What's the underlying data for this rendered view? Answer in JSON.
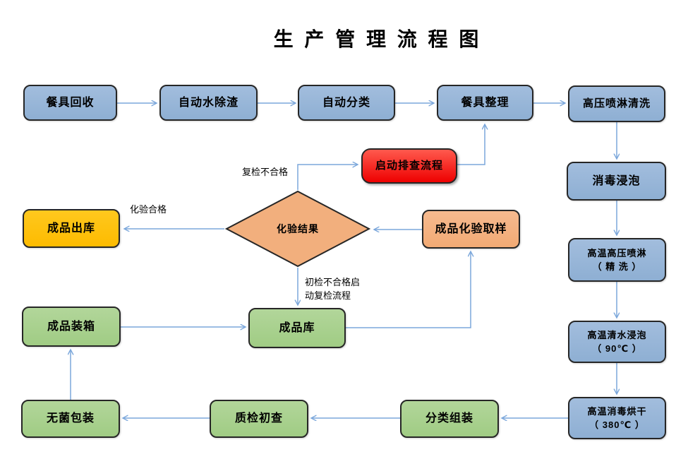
{
  "title": "生 产 管 理 流 程 图",
  "nodes": {
    "tableware_recycling": {
      "label": "餐具回收"
    },
    "auto_water_deslagging": {
      "label": "自动水除渣"
    },
    "auto_sorting": {
      "label": "自动分类"
    },
    "tableware_arranging": {
      "label": "餐具整理"
    },
    "hp_spray_wash": {
      "label": "高压喷淋清洗"
    },
    "disinfect_soak": {
      "label": "消毒浸泡"
    },
    "hthp_spray": {
      "label": "高温高压喷淋",
      "line2": "（ 精  洗 ）"
    },
    "ht_water_soak": {
      "label": "高温清水浸泡",
      "line2": "（ 90℃ ）"
    },
    "ht_drying": {
      "label": "高温消毒烘干",
      "line2": "（ 380℃  ）"
    },
    "sorting_assembly": {
      "label": "分类组装"
    },
    "quality_initial_check": {
      "label": "质检初查"
    },
    "sterile_packaging": {
      "label": "无菌包装"
    },
    "product_boxing": {
      "label": "成品装箱"
    },
    "product_warehouse": {
      "label": "成品库"
    },
    "product_outbound": {
      "label": "成品出库"
    },
    "product_sampling": {
      "label": "成品化验取样"
    },
    "test_result": {
      "label": "化验结果"
    },
    "start_investigation": {
      "label": "启动排查流程"
    }
  },
  "edge_labels": {
    "test_pass": "化验合格",
    "recheck_fail": "复检不合格",
    "initial_fail_line1": "初检不合格启",
    "initial_fail_line2": "动复检流程"
  },
  "edges": [
    {
      "from": "餐具回收",
      "to": "自动水除渣"
    },
    {
      "from": "自动水除渣",
      "to": "自动分类"
    },
    {
      "from": "自动分类",
      "to": "餐具整理"
    },
    {
      "from": "餐具整理",
      "to": "高压喷淋清洗"
    },
    {
      "from": "高压喷淋清洗",
      "to": "消毒浸泡"
    },
    {
      "from": "消毒浸泡",
      "to": "高温高压喷淋（精 洗）"
    },
    {
      "from": "高温高压喷淋（精 洗）",
      "to": "高温清水浸泡（90℃）"
    },
    {
      "from": "高温清水浸泡（90℃）",
      "to": "高温消毒烘干（380℃）"
    },
    {
      "from": "高温消毒烘干（380℃）",
      "to": "分类组装"
    },
    {
      "from": "分类组装",
      "to": "质检初查"
    },
    {
      "from": "质检初查",
      "to": "无菌包装"
    },
    {
      "from": "无菌包装",
      "to": "成品装箱"
    },
    {
      "from": "成品装箱",
      "to": "成品库"
    },
    {
      "from": "成品库",
      "to": "成品化验取样"
    },
    {
      "from": "成品化验取样",
      "to": "化验结果"
    },
    {
      "from": "化验结果",
      "to": "成品出库",
      "label": "化验合格"
    },
    {
      "from": "化验结果",
      "to": "启动排查流程",
      "label": "复检不合格"
    },
    {
      "from": "化验结果",
      "to": "成品库",
      "label": "初检不合格启动复检流程"
    },
    {
      "from": "启动排查流程",
      "to": "餐具整理"
    }
  ],
  "colors": {
    "node_blue": "#95B3D7",
    "node_green": "#A9D08E",
    "node_orange": "#F2AF7D",
    "node_yellow": "#FFC000",
    "node_red": "#F30000",
    "arrow": "#7BA7DB",
    "border": "#262626",
    "text": "#000000"
  }
}
